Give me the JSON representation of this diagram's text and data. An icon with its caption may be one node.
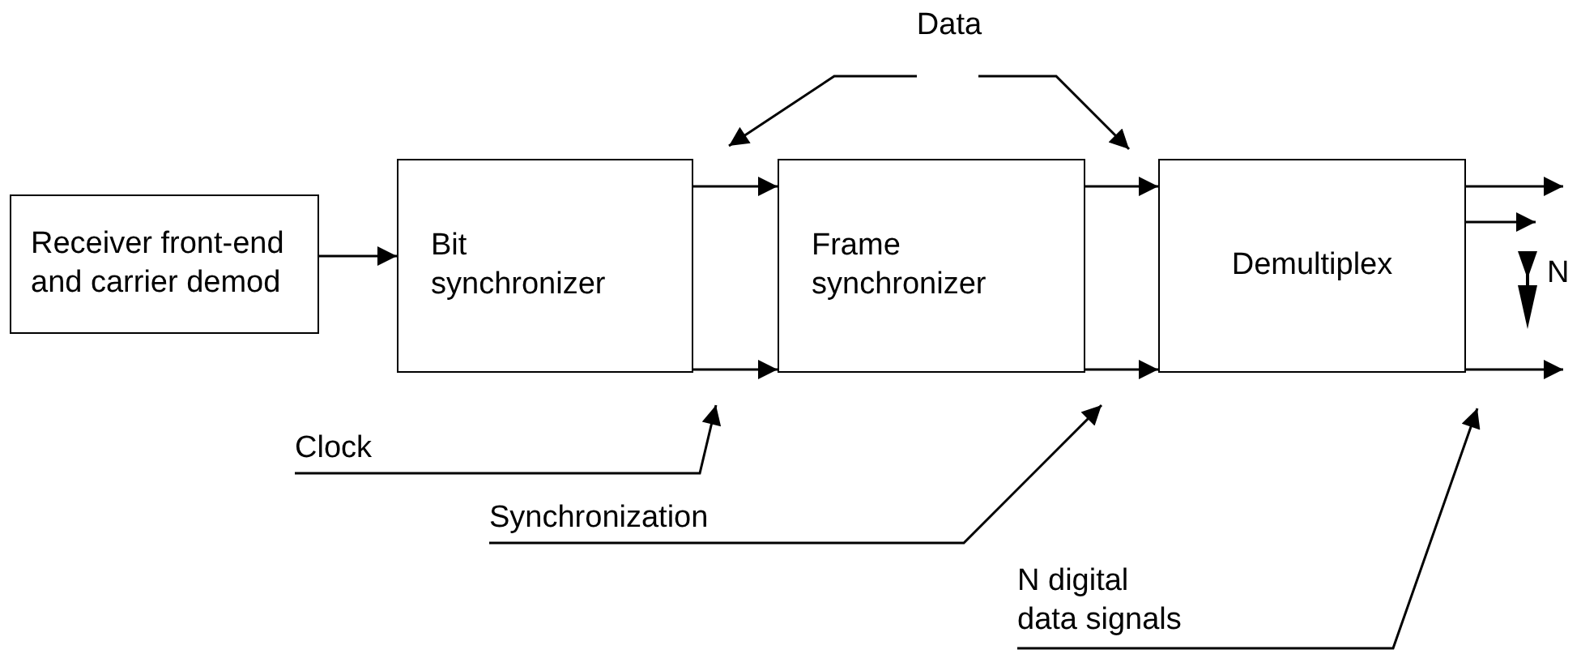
{
  "diagram": {
    "nodes": [
      {
        "text": [
          "Receiver front-end and carrier demod"
        ]
      },
      {
        "text": [
          "Bit synchronizer"
        ]
      },
      {
        "text": [
          "Frame synchronizer"
        ]
      },
      {
        "text": [
          "Demultiplex"
        ]
      },
      {
        "text": [
          "Data"
        ]
      },
      {
        "text": [
          "Clock"
        ]
      },
      {
        "text": [
          "Synchronization"
        ]
      },
      {
        "text": [
          "N digital data signals"
        ]
      }
    ],
    "edges": [
      {
        "from": 0,
        "to": 1,
        "arrow": "to"
      },
      {
        "from": 1,
        "to": 2,
        "arrow": "to"
      },
      {
        "from": 1,
        "to": 2,
        "arrow": "to"
      },
      {
        "from": 2,
        "to": 3,
        "arrow": "to"
      },
      {
        "from": 2,
        "to": 3,
        "arrow": "to"
      },
      {
        "from": 3,
        "to": null,
        "arrow": "to"
      },
      {
        "from": 3,
        "to": null,
        "arrow": "to"
      },
      {
        "from": 3,
        "to": null,
        "arrow": "to"
      },
      {
        "from": 4,
        "to": 1,
        "arrow": "to"
      },
      {
        "from": 4,
        "to": 3,
        "arrow": "to"
      },
      {
        "from": 5,
        "to": 1,
        "arrow": "to"
      },
      {
        "from": 6,
        "to": 2,
        "arrow": "to"
      },
      {
        "from": 7,
        "to": 3,
        "arrow": "to"
      }
    ],
    "labels": [
      "N"
    ]
  }
}
